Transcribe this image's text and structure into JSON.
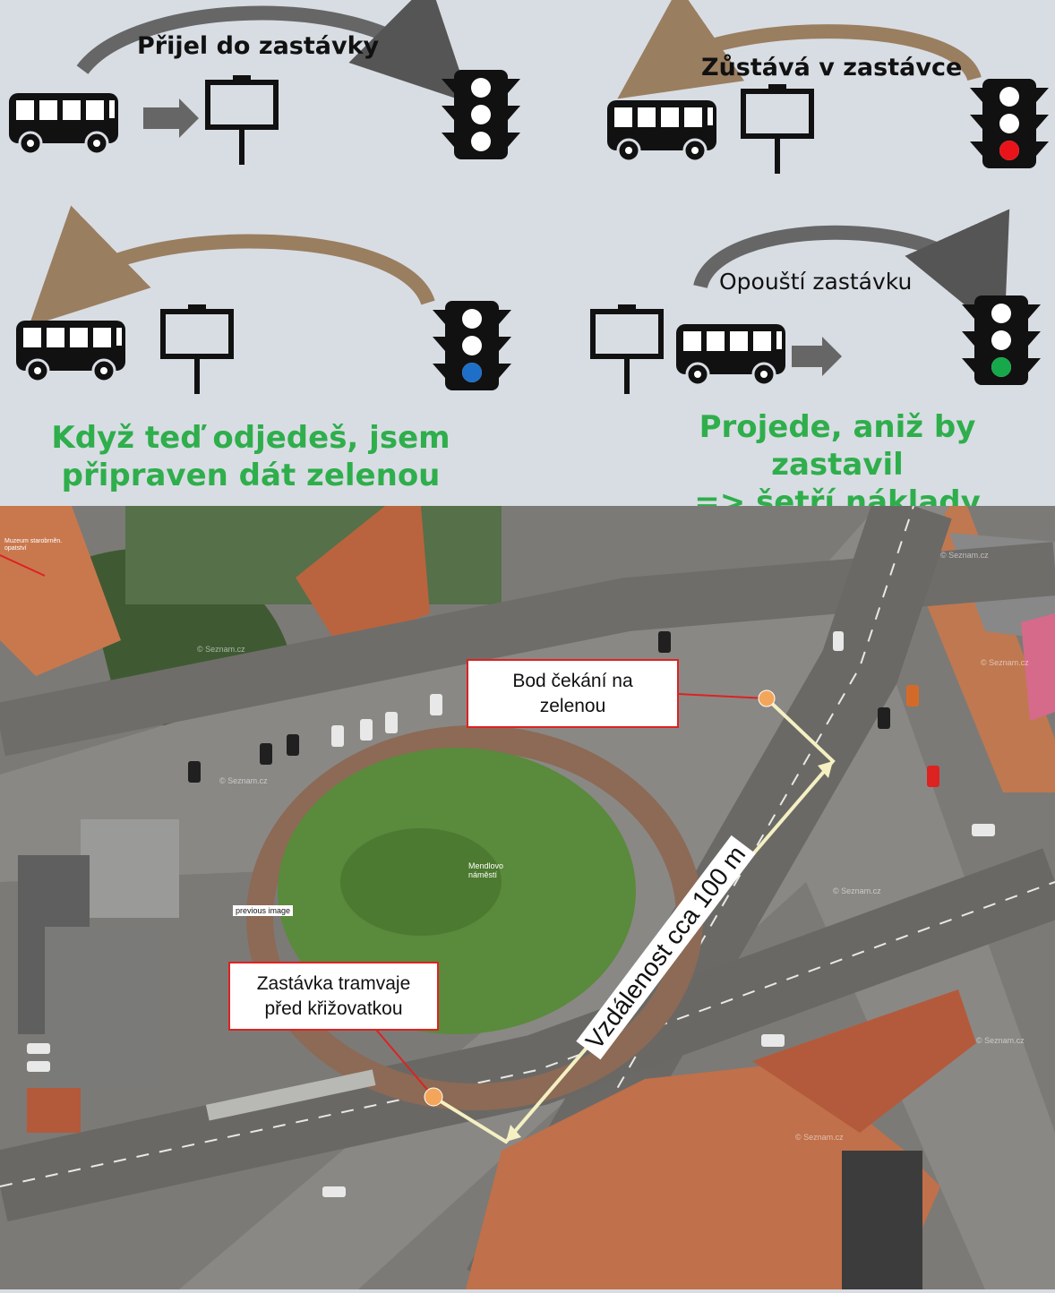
{
  "panels": {
    "arrived": {
      "label": "Přijel do zastávky"
    },
    "staying": {
      "label": "Zůstává v zastávce"
    },
    "ready": {
      "label": "",
      "caption": [
        "Když teď odjedeš, jsem",
        "připraven dát zelenou"
      ]
    },
    "leaving": {
      "label": "Opouští zastávku",
      "caption": [
        "Projede, aniž by zastavil",
        "=> šetří náklady"
      ]
    }
  },
  "icons": [
    "bus-icon",
    "stop-sign-icon",
    "traffic-light-icon",
    "arrow-icon"
  ],
  "signal_colors": {
    "red": "#e8141a",
    "blue": "#1e6fc8",
    "green": "#16a84a"
  },
  "map": {
    "wait_point": {
      "label": [
        "Bod čekání na",
        "zelenou"
      ]
    },
    "tram_stop": {
      "label": [
        "Zastávka tramvaje",
        "před křižovatkou"
      ]
    },
    "distance": "Vzdálenost cca 100 m",
    "square_label": [
      "Mendlovo",
      "náměstí"
    ],
    "prev_image": "previous image",
    "museum": [
      "Muzeum starobrněn.",
      "opatství"
    ],
    "watermarks": [
      "© Seznam.cz",
      "© Seznam.cz",
      "© Seznam.cz",
      "© Seznam.cz",
      "© Seznam.cz",
      "© Seznam.cz",
      "© Seznam.cz"
    ]
  }
}
